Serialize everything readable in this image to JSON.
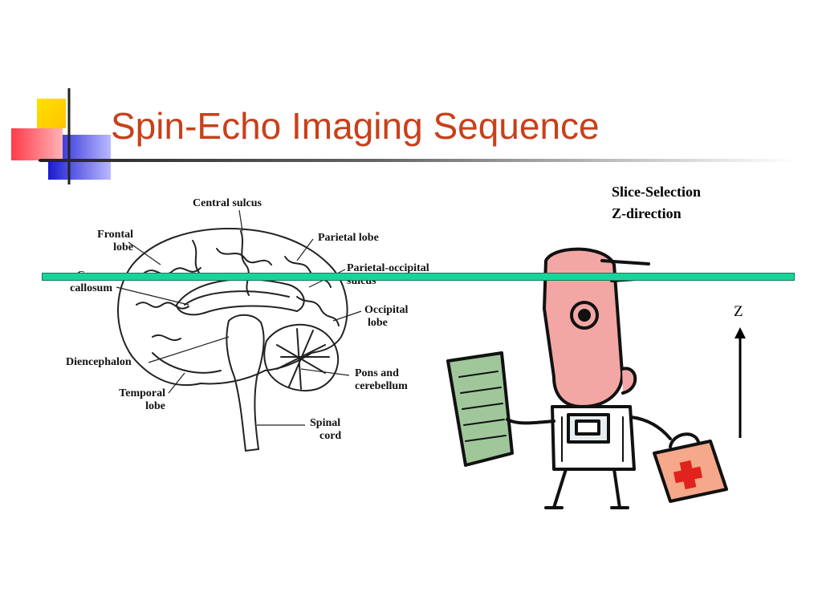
{
  "slide": {
    "title": "Spin-Echo Imaging Sequence"
  },
  "brain_labels": {
    "central_sulcus": "Central sulcus",
    "frontal_lobe": [
      "Frontal",
      "lobe"
    ],
    "parietal_lobe": "Parietal lobe",
    "parietal_occipital_sulcus": [
      "Parietal-occipital",
      "sulcus"
    ],
    "corpus_callosum": [
      "Corpus",
      "callosum"
    ],
    "occipital_lobe": [
      "Occipital",
      "lobe"
    ],
    "diencephalon": "Diencephalon",
    "pons_cerebellum": [
      "Pons and",
      "cerebellum"
    ],
    "temporal_lobe": [
      "Temporal",
      "lobe"
    ],
    "spinal_cord": [
      "Spinal",
      "cord"
    ]
  },
  "annotation": {
    "line1": "Slice-Selection",
    "line2": "Z-direction"
  },
  "axis": {
    "label": "Z"
  },
  "colors": {
    "title": "#c8401a",
    "slice_bar": "#19d39a",
    "deco_yellow": "#ffd400",
    "deco_red": "#ff3b4a",
    "deco_blue": "#2a2ad8"
  }
}
